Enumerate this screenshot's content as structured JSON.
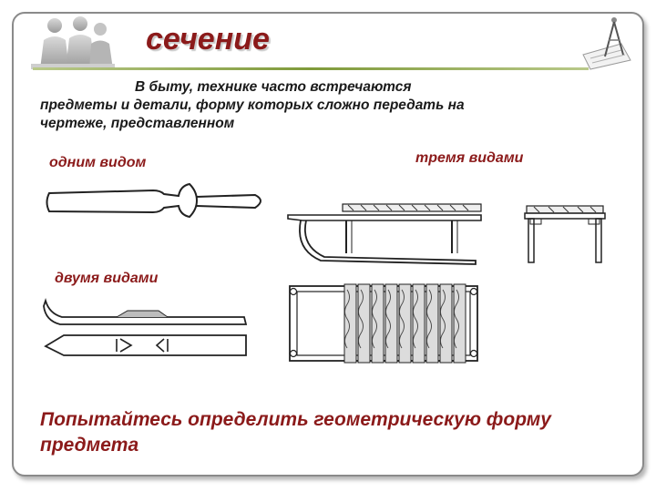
{
  "slide": {
    "title": "сечение",
    "intro_lines": [
      "В быту, технике часто встречаются",
      "предметы и детали, форму которых сложно передать на",
      "чертеже, представленном"
    ],
    "label_one_view": "одним видом",
    "label_three_views": "тремя видами",
    "label_two_views": "двумя видами",
    "question": "Попытайтесь определить геометрическую форму предмета"
  },
  "colors": {
    "title": "#8b1a1a",
    "labels": "#8b1a1a",
    "text": "#1a1a1a",
    "accent_rule": "#7f9a3a"
  },
  "icons": {
    "left": "business-people-logo",
    "right": "drafting-compass-icon"
  }
}
